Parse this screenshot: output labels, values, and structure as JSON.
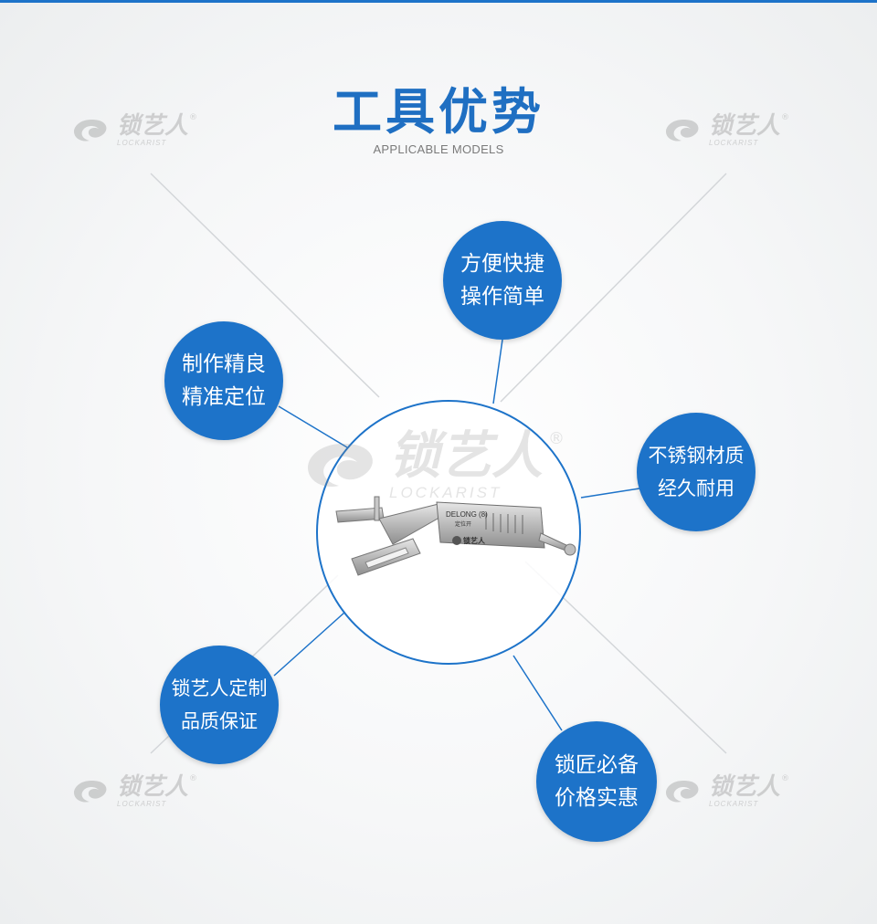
{
  "header": {
    "title": "工具优势",
    "subtitle": "APPLICABLE MODELS"
  },
  "watermark": {
    "brand_cn": "锁艺人",
    "brand_en": "LOCKARIST",
    "registered": "®"
  },
  "product": {
    "model_text": "DELONG (8)",
    "sub_text": "定位开",
    "brand_cn": "锁艺人"
  },
  "features": [
    {
      "line1": "方便快捷",
      "line2": "操作简单"
    },
    {
      "line1": "制作精良",
      "line2": "精准定位"
    },
    {
      "line1": "不锈钢材质",
      "line2": "经久耐用"
    },
    {
      "line1": "锁艺人定制",
      "line2": "品质保证"
    },
    {
      "line1": "锁匠必备",
      "line2": "价格实惠"
    }
  ],
  "colors": {
    "accent": "#1d73c9",
    "title": "#1f6fc2",
    "subtitle": "#7a7a7a"
  }
}
